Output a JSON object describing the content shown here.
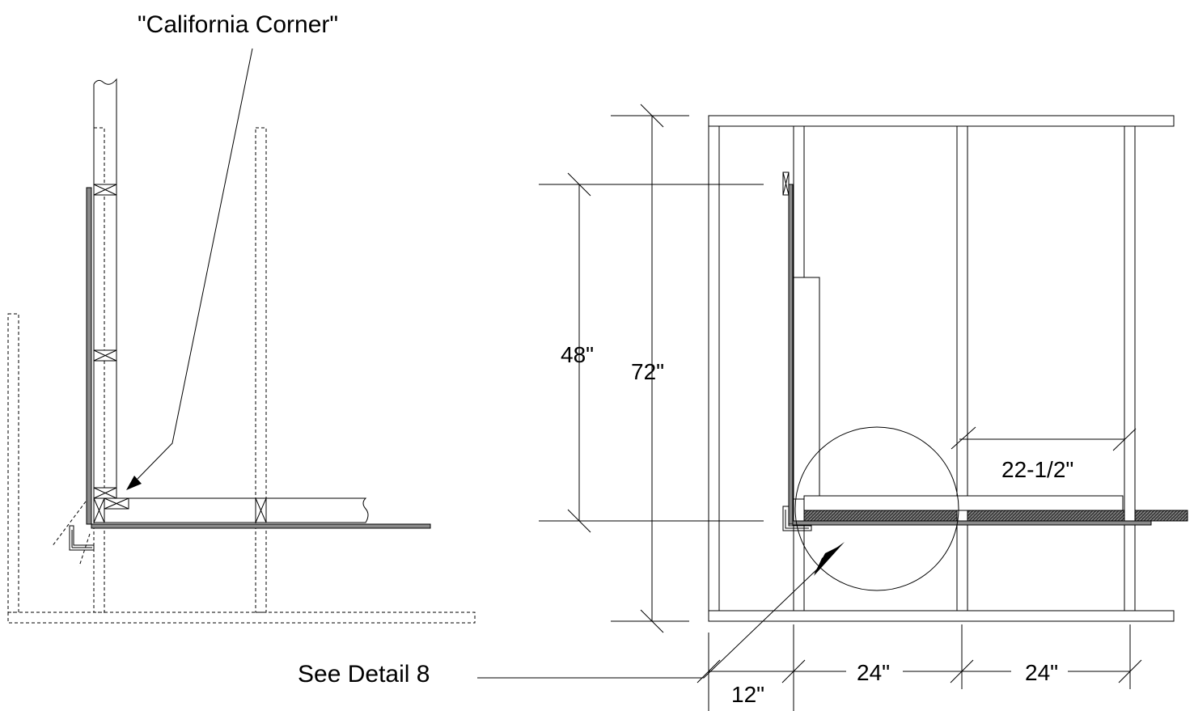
{
  "callouts": {
    "california_corner": "\"California Corner\"",
    "see_detail": "See Detail 8"
  },
  "dimensions": {
    "height_48": "48\"",
    "height_72": "72\"",
    "width_22_5": "22-1/2\"",
    "spacing_24_a": "24\"",
    "spacing_24_b": "24\"",
    "offset_12": "12\""
  },
  "colors": {
    "line": "#000000",
    "sheet_fill": "#8a8a8a",
    "hatch": "#555555"
  }
}
